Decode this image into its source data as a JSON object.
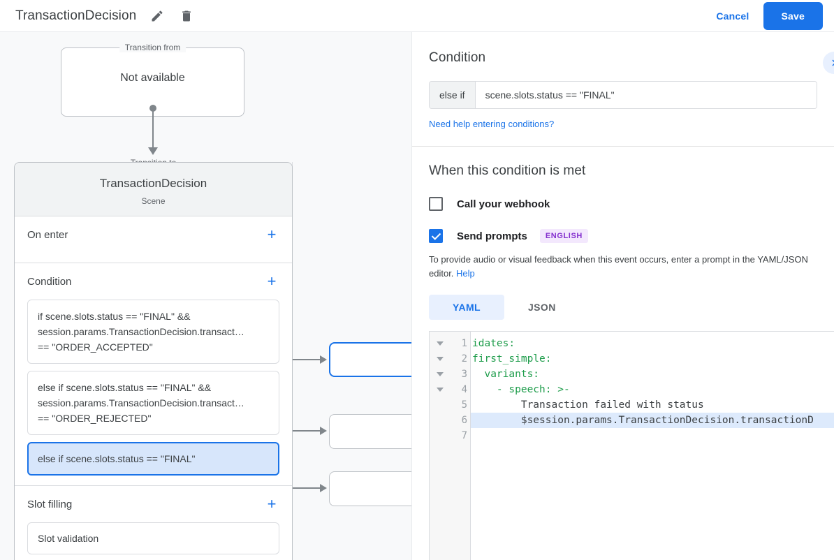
{
  "topbar": {
    "title": "TransactionDecision",
    "edit_icon": "pencil-icon",
    "delete_icon": "trash-icon",
    "cancel_label": "Cancel",
    "save_label": "Save",
    "accent_color": "#1a73e8"
  },
  "canvas": {
    "transition_from": {
      "legend": "Transition from",
      "value": "Not available"
    },
    "transition_to": {
      "legend": "Transition to",
      "name": "TransactionDecision",
      "type": "Scene"
    },
    "sections": [
      {
        "title": "On enter",
        "add_label": "+"
      },
      {
        "title": "Condition",
        "add_label": "+"
      },
      {
        "title": "Slot filling",
        "add_label": "+"
      }
    ],
    "conditions": [
      {
        "line1": "if scene.slots.status == \"FINAL\" &&",
        "line2": "session.params.TransactionDecision.transact…",
        "line3": "== \"ORDER_ACCEPTED\"",
        "selected": false
      },
      {
        "line1": "else if scene.slots.status == \"FINAL\" &&",
        "line2": "session.params.TransactionDecision.transact…",
        "line3": "== \"ORDER_REJECTED\"",
        "selected": false
      },
      {
        "line1": "else if scene.slots.status == \"FINAL\"",
        "line2": "",
        "line3": "",
        "selected": true
      }
    ],
    "slot_filling": {
      "item": "Slot validation"
    }
  },
  "panel": {
    "title": "Condition",
    "collapse_icon": "chevron-right-icon",
    "condition": {
      "prefix": "else if",
      "value": "scene.slots.status == \"FINAL\""
    },
    "help_link": "Need help entering conditions?",
    "when_title": "When this condition is met",
    "webhook": {
      "label": "Call your webhook",
      "checked": false
    },
    "prompts": {
      "label": "Send prompts",
      "checked": true,
      "badge": "ENGLISH",
      "badge_color": "#8430ce",
      "description": "To provide audio or visual feedback when this event occurs, enter a prompt in the YAML/JSON editor.",
      "help_label": "Help"
    },
    "tabs": [
      {
        "label": "YAML",
        "active": true
      },
      {
        "label": "JSON",
        "active": false
      }
    ],
    "editor": {
      "lines": [
        {
          "num": "1",
          "fold": true,
          "text": "idates:",
          "kind": "key",
          "hl": false
        },
        {
          "num": "2",
          "fold": true,
          "text": "first_simple:",
          "kind": "key",
          "hl": false
        },
        {
          "num": "3",
          "fold": true,
          "text": "  variants:",
          "kind": "key",
          "hl": false
        },
        {
          "num": "4",
          "fold": true,
          "text": "    - speech: >-",
          "kind": "key",
          "hl": false
        },
        {
          "num": "5",
          "fold": false,
          "text": "        Transaction failed with status",
          "kind": "text",
          "hl": false
        },
        {
          "num": "6",
          "fold": false,
          "text": "        $session.params.TransactionDecision.transactionD",
          "kind": "text",
          "hl": true
        },
        {
          "num": "7",
          "fold": false,
          "text": "",
          "kind": "text",
          "hl": false
        }
      ]
    }
  }
}
